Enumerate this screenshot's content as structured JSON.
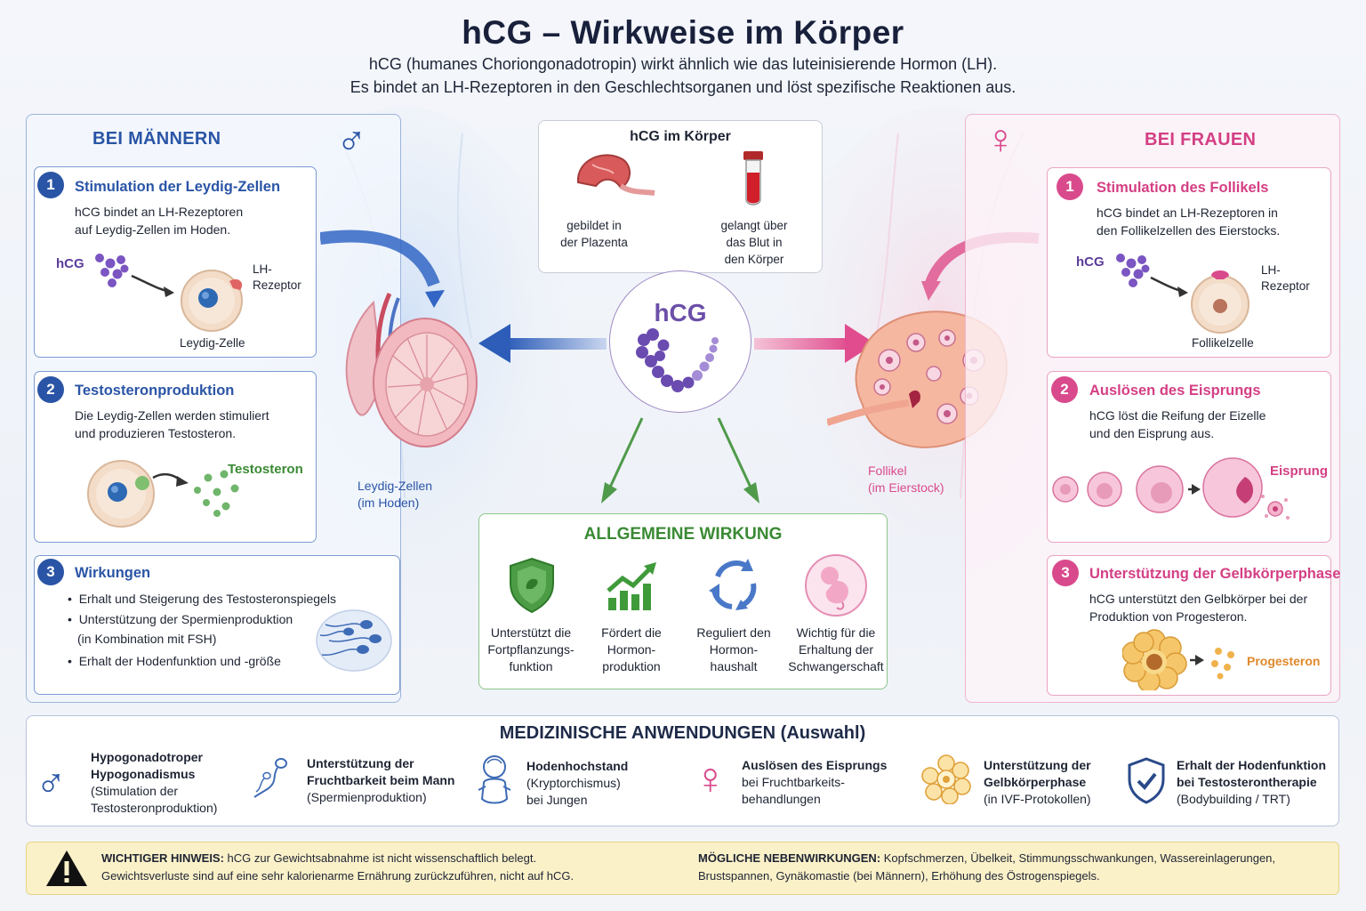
{
  "header": {
    "title": "hCG – Wirkweise im Körper",
    "subtitle_line1": "hCG (humanes Choriongonadotropin) wirkt ähnlich wie das luteinisierende Hormon (LH).",
    "subtitle_line2": "Es bindet an LH-Rezeptoren in den Geschlechtsorganen und löst spezifische Reaktionen aus."
  },
  "men": {
    "heading": "BEI MÄNNERN",
    "symbol": "♂",
    "step1": {
      "num": "1",
      "title": "Stimulation der Leydig-Zellen",
      "line1": "hCG bindet an LH-Rezeptoren",
      "line2": "auf Leydig-Zellen im Hoden.",
      "hcg_label": "hCG",
      "receptor_label1": "LH-",
      "receptor_label2": "Rezeptor",
      "cell_label": "Leydig-Zelle"
    },
    "step2": {
      "num": "2",
      "title": "Testosteronproduktion",
      "line1": "Die Leydig-Zellen werden stimuliert",
      "line2": "und produzieren Testosteron.",
      "product_label": "Testosteron"
    },
    "step3": {
      "num": "3",
      "title": "Wirkungen",
      "bullets": [
        "Erhalt und Steigerung des Testosteronspiegels",
        "Unterstützung der Spermienproduktion",
        "(in Kombination mit FSH)",
        "Erhalt der Hodenfunktion und -größe"
      ]
    },
    "organ_label1": "Leydig-Zellen",
    "organ_label2": "(im Hoden)"
  },
  "women": {
    "heading": "BEI FRAUEN",
    "symbol": "♀",
    "step1": {
      "num": "1",
      "title": "Stimulation des Follikels",
      "line1": "hCG bindet an LH-Rezeptoren in",
      "line2": "den Follikelzellen des Eierstocks.",
      "hcg_label": "hCG",
      "receptor_label1": "LH-",
      "receptor_label2": "Rezeptor",
      "cell_label": "Follikelzelle"
    },
    "step2": {
      "num": "2",
      "title": "Auslösen des Eisprungs",
      "line1": "hCG löst die Reifung der Eizelle",
      "line2": "und den Eisprung aus.",
      "product_label": "Eisprung"
    },
    "step3": {
      "num": "3",
      "title": "Unterstützung der Gelbkörperphase",
      "line1": "hCG unterstützt den Gelbkörper bei der",
      "line2": "Produktion von Progesteron.",
      "product_label": "Progesteron"
    },
    "organ_label1": "Follikel",
    "organ_label2": "(im Eierstock)"
  },
  "center": {
    "box_title": "hCG im Körper",
    "placenta_line1": "gebildet in",
    "placenta_line2": "der Plazenta",
    "blood_line1": "gelangt über",
    "blood_line2": "das Blut in",
    "blood_line3": "den Körper",
    "molecule_label": "hCG"
  },
  "general": {
    "heading": "ALLGEMEINE WIRKUNG",
    "items": [
      {
        "l1": "Unterstützt die",
        "l2": "Fortpflanzungs-",
        "l3": "funktion",
        "icon": "shield-icon"
      },
      {
        "l1": "Fördert die",
        "l2": "Hormon-",
        "l3": "produktion",
        "icon": "growth-chart-icon"
      },
      {
        "l1": "Reguliert den",
        "l2": "Hormon-",
        "l3": "haushalt",
        "icon": "cycle-arrows-icon"
      },
      {
        "l1": "Wichtig für die",
        "l2": "Erhaltung der",
        "l3": "Schwangerschaft",
        "icon": "embryo-icon"
      }
    ]
  },
  "medical": {
    "heading": "MEDIZINISCHE ANWENDUNGEN (Auswahl)",
    "items": [
      {
        "l1": "Hypogonadotroper",
        "l2": "Hypogonadismus",
        "l3": "(Stimulation der",
        "l4": "Testosteronproduktion)",
        "icon": "male-symbol-icon"
      },
      {
        "l1": "Unterstützung der",
        "l2": "Fruchtbarkeit beim Mann",
        "l3": "(Spermienproduktion)",
        "l4": "",
        "icon": "sperm-icon"
      },
      {
        "l1": "Hodenhochstand",
        "l2": "(Kryptorchismus)",
        "l3": "bei Jungen",
        "l4": "",
        "icon": "baby-icon"
      },
      {
        "l1": "Auslösen des Eisprungs",
        "l2": "bei Fruchtbarkeits-",
        "l3": "behandlungen",
        "l4": "",
        "icon": "female-symbol-icon"
      },
      {
        "l1": "Unterstützung der",
        "l2": "Gelbkörperphase",
        "l3": "(in IVF-Protokollen)",
        "l4": "",
        "icon": "corpus-luteum-icon"
      },
      {
        "l1": "Erhalt der Hodenfunktion",
        "l2": "bei Testosterontherapie",
        "l3": "(Bodybuilding / TRT)",
        "l4": "",
        "icon": "shield-check-icon"
      }
    ]
  },
  "warning": {
    "hint_bold": "WICHTIGER HINWEIS:",
    "hint_text1": " hCG zur Gewichtsabnahme ist nicht wissenschaftlich belegt.",
    "hint_text2": "Gewichtsverluste sind auf eine sehr kalorienarme Ernährung zurückzuführen, nicht auf hCG.",
    "side_bold": "MÖGLICHE NEBENWIRKUNGEN:",
    "side_text1": " Kopfschmerzen, Übelkeit, Stimmungsschwankungen, Wassereinlagerungen,",
    "side_text2": "Brustspannen, Gynäkomastie (bei Männern), Erhöhung des Östrogenspiegels."
  },
  "colors": {
    "male_blue": "#2a55a6",
    "female_pink": "#d94a8c",
    "general_green": "#3a8a34",
    "hcg_purple": "#6b4fa8"
  }
}
